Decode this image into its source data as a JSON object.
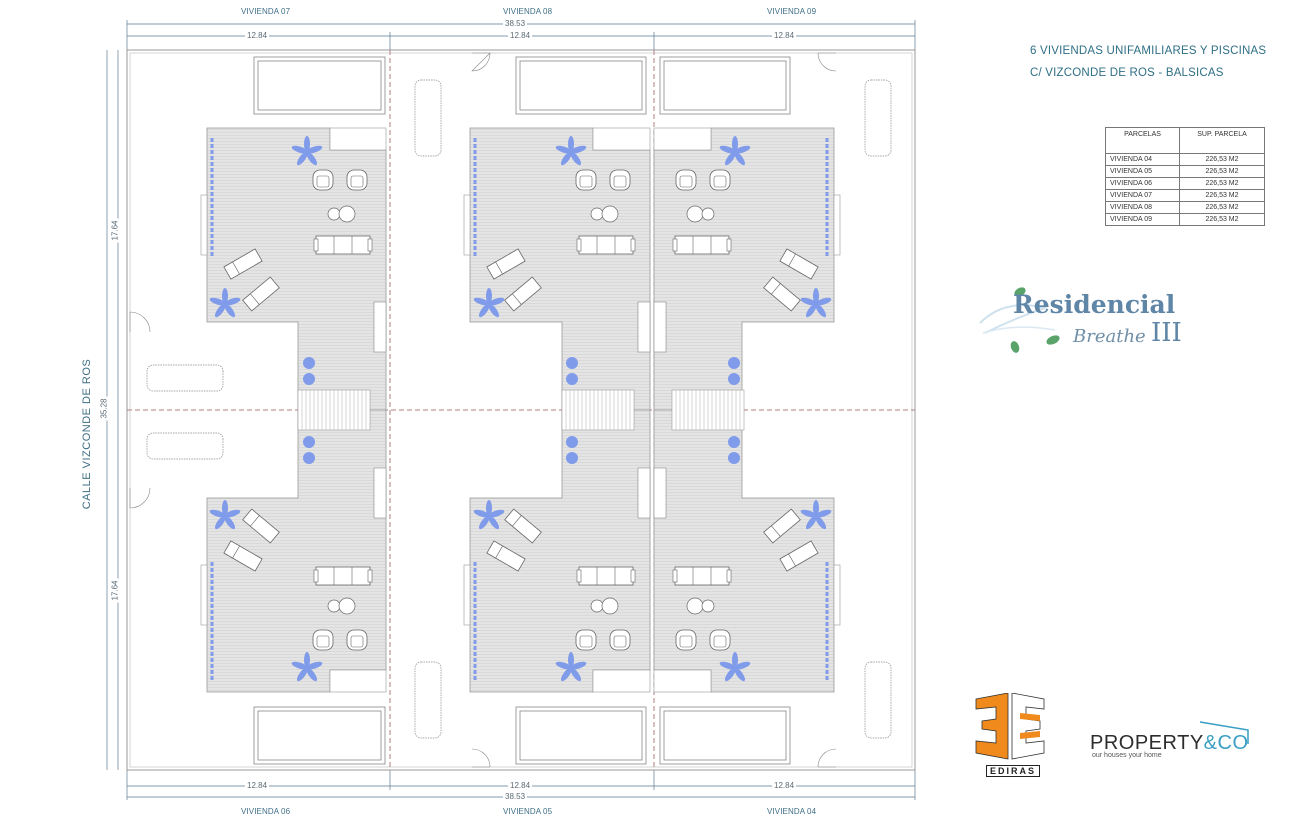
{
  "header": {
    "title_line1": "6 VIVIENDAS UNIFAMILIARES Y PISCINAS",
    "title_line2": "C/ VIZCONDE DE ROS - BALSICAS"
  },
  "top_labels": [
    "VIVIENDA 07",
    "VIVIENDA 08",
    "VIVIENDA 09"
  ],
  "bottom_labels": [
    "VIVIENDA 06",
    "VIVIENDA 05",
    "VIVIENDA 04"
  ],
  "dimensions": {
    "total_width": "38.53",
    "unit_width": "12.84",
    "total_depth": "35.28",
    "half_depth": "17.64"
  },
  "street_label": "CALLE VIZCONDE DE ROS",
  "parcel_table": {
    "headers": [
      "PARCELAS",
      "SUP. PARCELA"
    ],
    "rows": [
      {
        "name": "VIVIENDA 04",
        "area": "226,53 M2"
      },
      {
        "name": "VIVIENDA 05",
        "area": "226,53 M2"
      },
      {
        "name": "VIVIENDA 06",
        "area": "226,53 M2"
      },
      {
        "name": "VIVIENDA 07",
        "area": "226,53 M2"
      },
      {
        "name": "VIVIENDA 08",
        "area": "226,53 M2"
      },
      {
        "name": "VIVIENDA 09",
        "area": "226,53 M2"
      }
    ]
  },
  "branding": {
    "residencial": "Residencial",
    "breathe": "Breathe",
    "numeral": "III",
    "ediras": "EDIRAS",
    "property_main": "PROPERTY",
    "property_amp": "&CO",
    "property_tagline": "our houses your home"
  },
  "colors": {
    "accent_text": "#3f6f86",
    "terrace_fill": "#e3e3e3",
    "plant_blue": "#7f9bea",
    "dashed_property_line": "#b08080",
    "ediras_orange": "#f08a1c"
  }
}
